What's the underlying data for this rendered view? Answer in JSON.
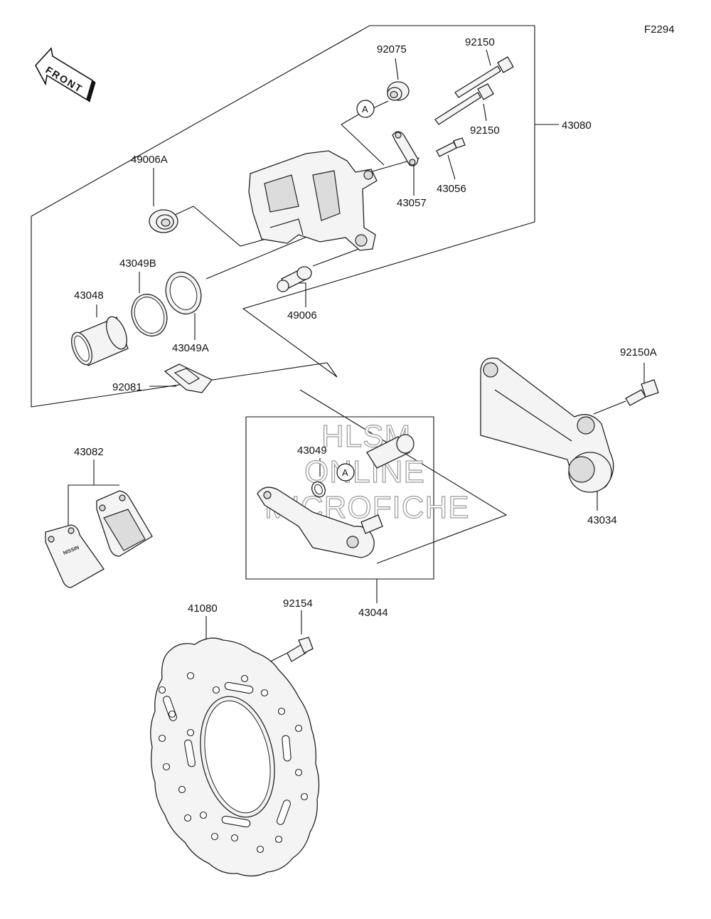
{
  "figure_code": "F2294",
  "front_label": "FRONT",
  "callout_letter": "A",
  "watermark": {
    "line1": "HLSM",
    "line2": "ONLINE",
    "line3": "MICROFICHE"
  },
  "labels": {
    "p92075": "92075",
    "p92150_top": "92150",
    "p92150_bottom": "92150",
    "p43080": "43080",
    "p49006A": "49006A",
    "p43057": "43057",
    "p43056": "43056",
    "p43049B": "43049B",
    "p43048": "43048",
    "p49006": "49006",
    "p43049A": "43049A",
    "p92081": "92081",
    "p92150A": "92150A",
    "p43082": "43082",
    "p43049": "43049",
    "p43034": "43034",
    "p43044": "43044",
    "p41080": "41080",
    "p92154": "92154"
  }
}
